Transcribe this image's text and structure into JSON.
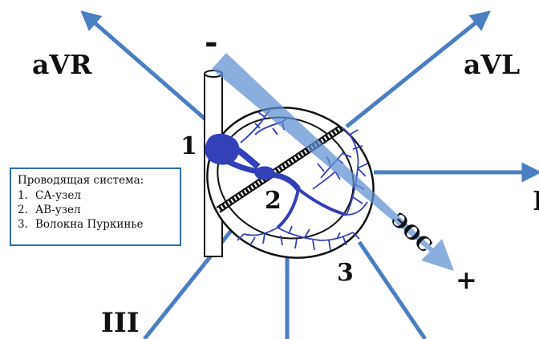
{
  "colors": {
    "axis": "#4a7fc1",
    "vector": "#5d8fd0",
    "conduction": "#3341b8",
    "outline": "#111111"
  },
  "leads": {
    "avr": "aVR",
    "avl": "aVL",
    "iii": "III",
    "i_partial": "I"
  },
  "polarity": {
    "minus": "-",
    "plus": "+"
  },
  "eos_label": "ЭОС",
  "markers": {
    "m1": "1",
    "m2": "2",
    "m3": "3"
  },
  "legend": {
    "title": "Проводящая система:",
    "items": [
      {
        "num": "1.",
        "text": "СА-узел"
      },
      {
        "num": "2.",
        "text": "АВ-узел"
      },
      {
        "num": "3.",
        "text": "Волокна Пуркинье"
      }
    ]
  }
}
